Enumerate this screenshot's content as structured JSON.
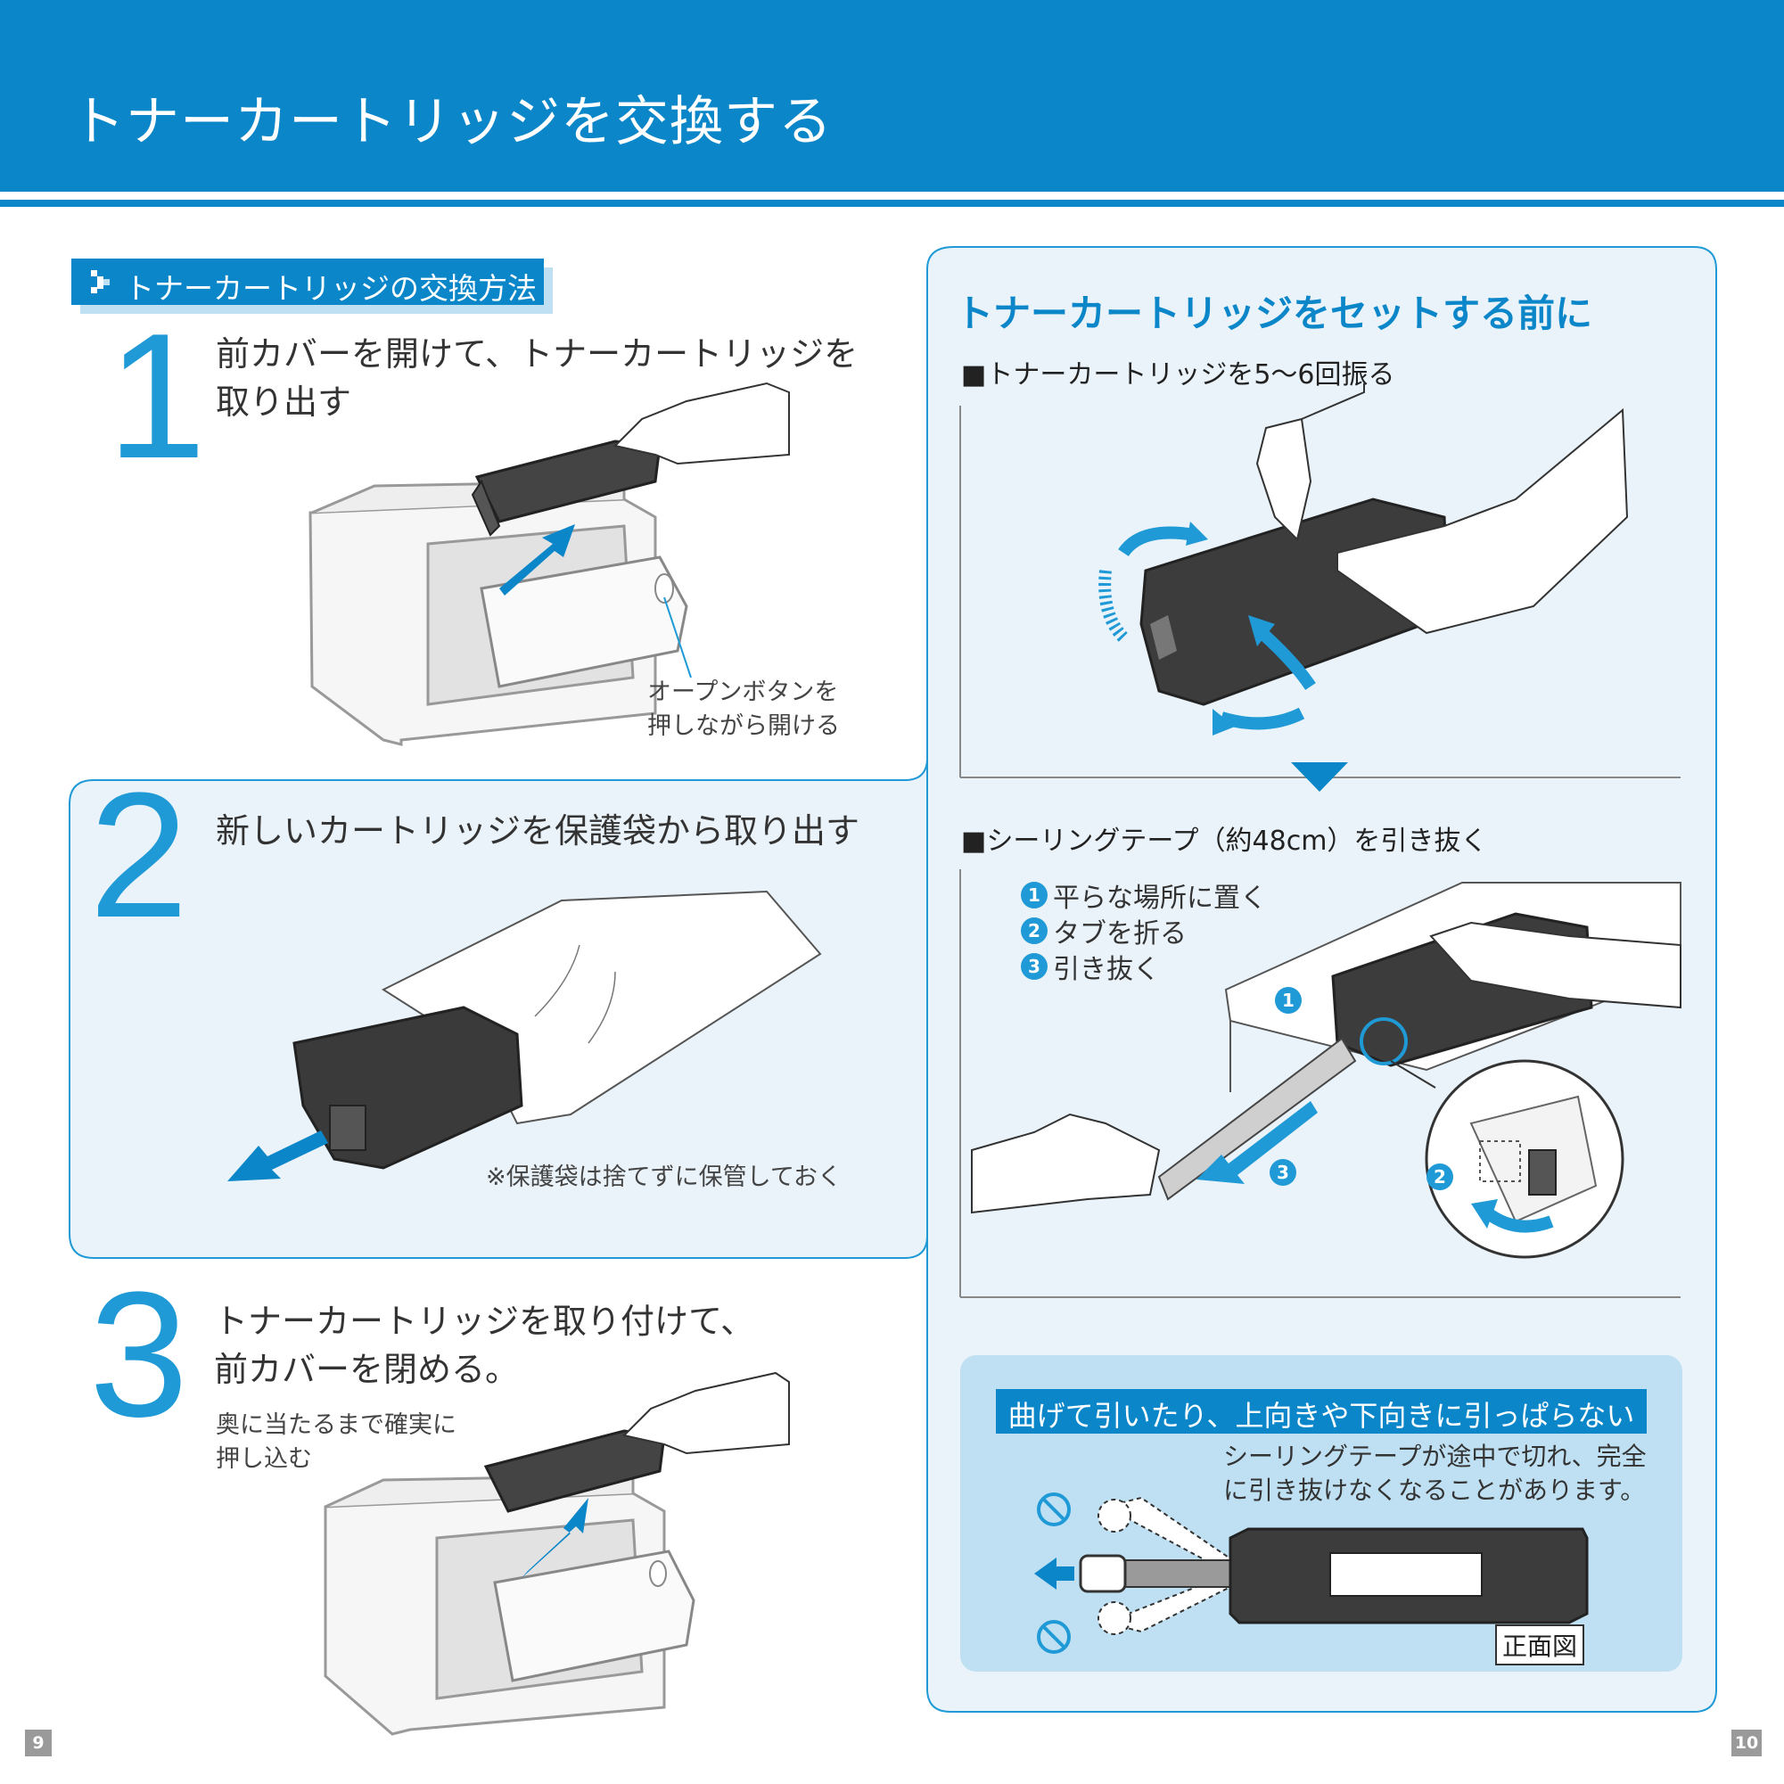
{
  "header": {
    "title": "トナーカートリッジを交換する"
  },
  "section_tab": {
    "label": "トナーカートリッジの交換方法"
  },
  "steps": [
    {
      "number": "1",
      "title": "前カバーを開けて、トナーカートリッジを取り出す",
      "callout": "オープンボタンを\n押しながら開ける"
    },
    {
      "number": "2",
      "title": "新しいカートリッジを保護袋から取り出す",
      "note": "※保護袋は捨てずに保管しておく"
    },
    {
      "number": "3",
      "title": "トナーカートリッジを取り付けて、\n前カバーを閉める。",
      "note": "奥に当たるまで確実に\n押し込む"
    }
  ],
  "before_setting": {
    "heading": "トナーカートリッジをセットする前に",
    "shake": "■トナーカートリッジを5〜6回振る",
    "seal": "■シーリングテープ（約48cm）を引き抜く",
    "substeps": [
      {
        "num": "1",
        "text": "平らな場所に置く"
      },
      {
        "num": "2",
        "text": "タブを折る"
      },
      {
        "num": "3",
        "text": "引き抜く"
      }
    ]
  },
  "warning": {
    "title": "曲げて引いたり、上向きや下向きに引っぱらない",
    "text": "シーリングテープが途中で切れ、完全に引き抜けなくなることがあります。",
    "front_view_label": "正面図"
  },
  "page_numbers": {
    "left": "9",
    "right": "10"
  },
  "colors": {
    "accent": "#0a86c9",
    "step_number": "#1f9ad6",
    "panel_bg": "#eaf3fa",
    "warning_bg": "#bfe0f2"
  }
}
